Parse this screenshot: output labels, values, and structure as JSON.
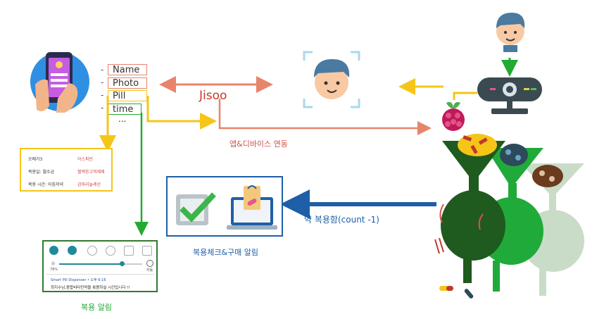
{
  "phone_fields": {
    "name": "Name",
    "photo": "Photo",
    "pill": "Pill",
    "time": "time",
    "more": "...",
    "dash": "-"
  },
  "center_label": "Jisoo",
  "sync_label": "앱&디바이스 연동",
  "take_label": "약 복용함(count -1)",
  "check_label": "복용체크&구매 알림",
  "notify_label": "복용 알림",
  "info_card": {
    "rows": [
      {
        "left": "오메가3",
        "right": "아스피린"
      },
      {
        "left": "복용일: 월수금",
        "right": "혈액응고억제제"
      },
      {
        "left": "복용 시간: 아침저녁",
        "right": "감마리놀레산"
      }
    ]
  },
  "notification": {
    "brightness_value": "78%",
    "auto_label": "자동",
    "app_line": "Smart Pill Dispenser • 오후 6:16",
    "message": "최지수님,종합비타민약을 복용하실 시간입니다 !!"
  },
  "colors": {
    "red_box": "#e8846a",
    "yellow": "#f5c518",
    "green": "#22aa33",
    "blue": "#1e5fa8",
    "salmon_arrow": "#e8846a",
    "dark_green": "#1f5a1f",
    "mid_green": "#1faa3a",
    "light_green": "#c9dcc8"
  },
  "icons": [
    "smartphone-hand-icon",
    "face-icon",
    "raspberry-pi-icon",
    "webcam-icon",
    "checkbox-icon",
    "laptop-shopping-icon",
    "wifi-icon"
  ]
}
